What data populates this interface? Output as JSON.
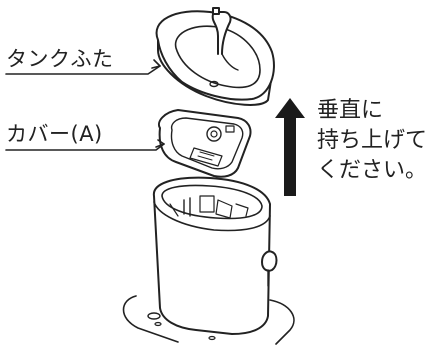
{
  "labels": {
    "tank_lid": "タンクふた",
    "cover_a": "カバー(A)"
  },
  "instruction": {
    "lines": [
      "垂直に",
      "持ち上げて",
      "ください。"
    ]
  },
  "icons": {
    "lift_direction": "up-arrow-icon"
  },
  "colors": {
    "line": "#222222",
    "arrow": "#1a1a1a"
  }
}
